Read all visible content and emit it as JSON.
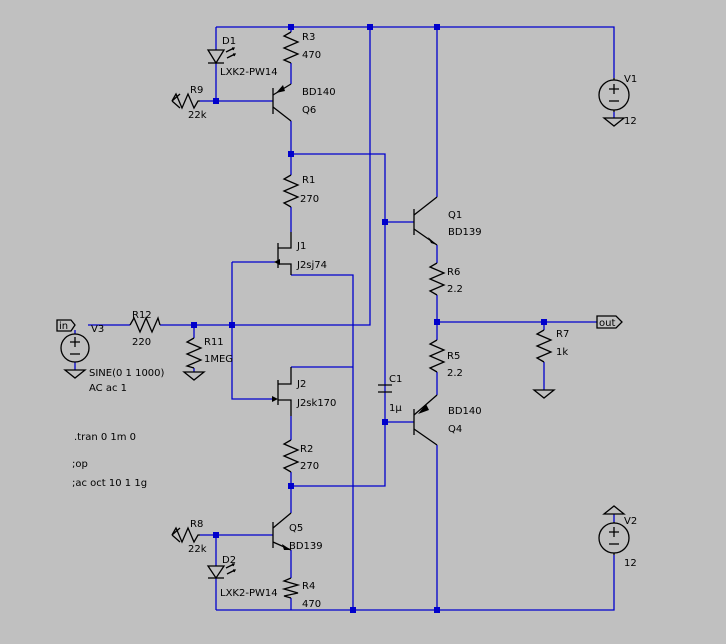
{
  "labels": [
    {
      "id": "d1-ref",
      "text": "D1"
    },
    {
      "id": "d1-val",
      "text": "LXK2-PW14"
    },
    {
      "id": "r3-ref",
      "text": "R3"
    },
    {
      "id": "r3-val",
      "text": "470"
    },
    {
      "id": "r9-ref",
      "text": "R9"
    },
    {
      "id": "r9-val",
      "text": "22k"
    },
    {
      "id": "q6-val",
      "text": "BD140"
    },
    {
      "id": "q6-ref",
      "text": "Q6"
    },
    {
      "id": "v1-ref",
      "text": "V1"
    },
    {
      "id": "v1-val",
      "text": "12"
    },
    {
      "id": "r1-ref",
      "text": "R1"
    },
    {
      "id": "r1-val",
      "text": "270"
    },
    {
      "id": "q1-ref",
      "text": "Q1"
    },
    {
      "id": "q1-val",
      "text": "BD139"
    },
    {
      "id": "j1-ref",
      "text": "J1"
    },
    {
      "id": "j1-val",
      "text": "J2sj74"
    },
    {
      "id": "r6-ref",
      "text": "R6"
    },
    {
      "id": "r6-val",
      "text": "2.2"
    },
    {
      "id": "v3-ref",
      "text": "V3"
    },
    {
      "id": "r12-ref",
      "text": "R12"
    },
    {
      "id": "r12-val",
      "text": "220"
    },
    {
      "id": "r11-ref",
      "text": "R11"
    },
    {
      "id": "r11-val",
      "text": "1MEG"
    },
    {
      "id": "r7-ref",
      "text": "R7"
    },
    {
      "id": "r7-val",
      "text": "1k"
    },
    {
      "id": "v3-val",
      "text": "SINE(0 1 1000)"
    },
    {
      "id": "v3-ac",
      "text": "AC ac 1"
    },
    {
      "id": "r5-ref",
      "text": "R5"
    },
    {
      "id": "r5-val",
      "text": "2.2"
    },
    {
      "id": "j2-ref",
      "text": "J2"
    },
    {
      "id": "j2-val",
      "text": "J2sk170"
    },
    {
      "id": "c1-ref",
      "text": "C1"
    },
    {
      "id": "c1-val",
      "text": "1µ"
    },
    {
      "id": "q4-val",
      "text": "BD140"
    },
    {
      "id": "q4-ref",
      "text": "Q4"
    },
    {
      "id": "r2-ref",
      "text": "R2"
    },
    {
      "id": "r2-val",
      "text": "270"
    },
    {
      "id": "r8-ref",
      "text": "R8"
    },
    {
      "id": "r8-val",
      "text": "22k"
    },
    {
      "id": "q5-ref",
      "text": "Q5"
    },
    {
      "id": "q5-val",
      "text": "BD139"
    },
    {
      "id": "v2-ref",
      "text": "V2"
    },
    {
      "id": "v2-val",
      "text": "12"
    },
    {
      "id": "d2-ref",
      "text": "D2"
    },
    {
      "id": "d2-val",
      "text": "LXK2-PW14"
    },
    {
      "id": "r4-ref",
      "text": "R4"
    },
    {
      "id": "r4-val",
      "text": "470"
    }
  ],
  "directives": {
    "tran": ".tran 0 1m 0",
    "op": ";op",
    "ac": ";ac oct 10 1 1g"
  },
  "net_labels": {
    "in": "in",
    "out": "out"
  },
  "colors": {
    "background": "#c0c0c0",
    "wire": "#0000cc",
    "symbol": "#000000"
  }
}
